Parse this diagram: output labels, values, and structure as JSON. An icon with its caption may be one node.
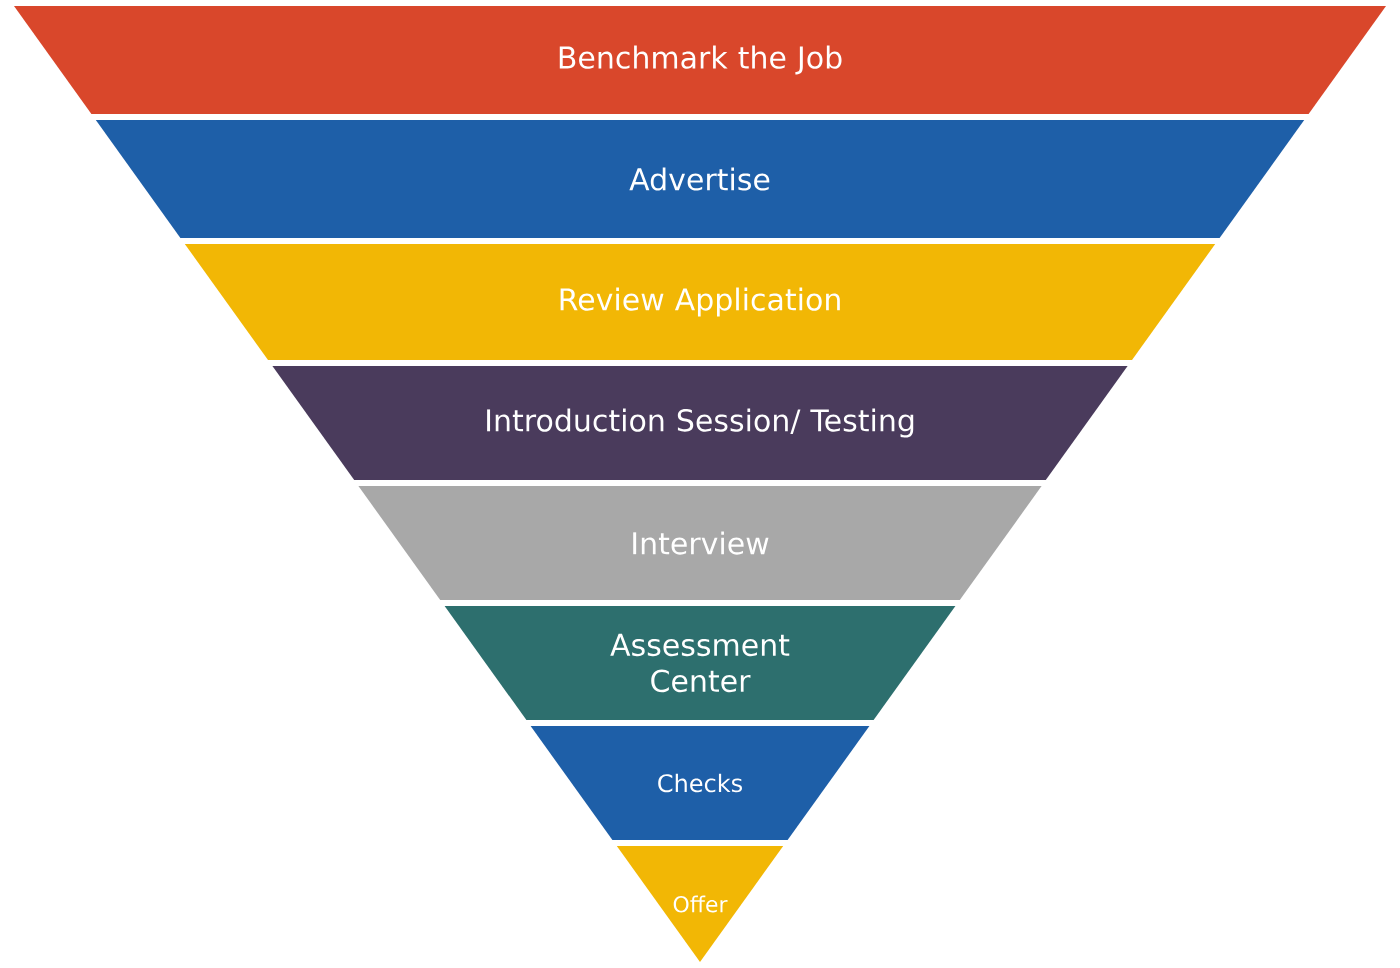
{
  "diagram": {
    "nodes": [
      {
        "text": [
          "Benchmark the Job"
        ]
      },
      {
        "text": [
          "Advertise"
        ]
      },
      {
        "text": [
          "Review Application"
        ]
      },
      {
        "text": [
          "Introduction Session/ Testing"
        ]
      },
      {
        "text": [
          "Interview"
        ]
      },
      {
        "text": [
          "Assessment Center"
        ]
      },
      {
        "text": [
          "Checks"
        ]
      },
      {
        "text": [
          "Offer"
        ]
      }
    ]
  }
}
